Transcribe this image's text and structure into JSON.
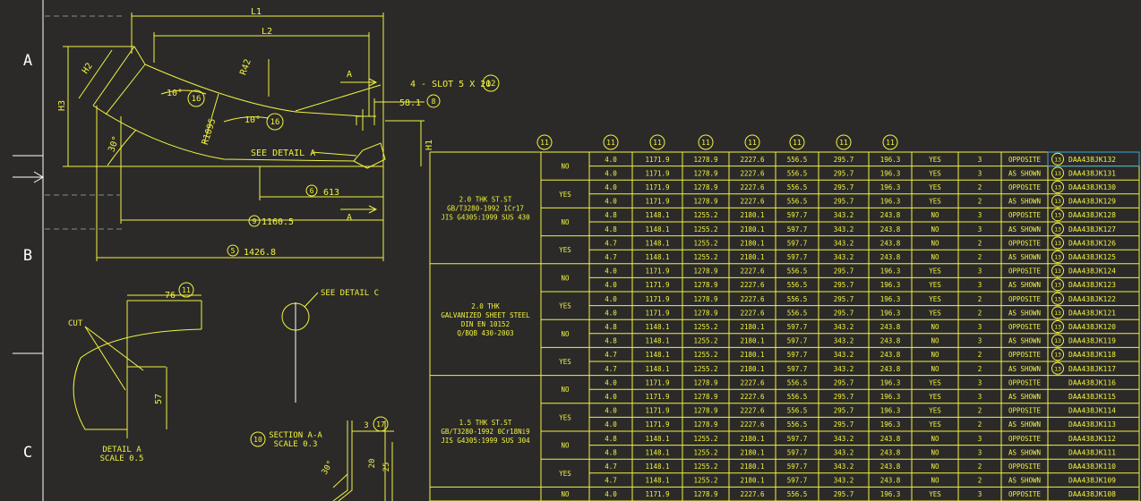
{
  "zones": [
    "A",
    "B",
    "C"
  ],
  "drawing": {
    "dims": {
      "L1": "L1",
      "L2": "L2",
      "H1": "H1",
      "H2": "H2",
      "H3": "H3",
      "R42": "R42",
      "R1095": "R1095",
      "ang10a": "10°",
      "ang10b": "10°",
      "ang30": "30°",
      "d58": "58.1",
      "d613": "613",
      "d1160": "1160.5",
      "d1426": "1426.8",
      "d76": "76",
      "d57": "57",
      "d20": "20",
      "d25": "25",
      "d30": "30°",
      "d3": "3"
    },
    "callouts": {
      "c16a": "16",
      "c16b": "16",
      "c12": "12",
      "c8": "8",
      "c6": "6",
      "c9": "9",
      "c5": "5",
      "c11": "11",
      "c10": "10",
      "c17": "17"
    },
    "notes": {
      "slot": "4 - SLOT 5 X 20",
      "seeDetailA": "SEE DETAIL A",
      "seeDetailC": "SEE DETAIL C",
      "sectionLetterTop": "A",
      "sectionLetterBottom": "A",
      "cut": "CUT",
      "detailA_title": "DETAIL A",
      "detailA_scale": "SCALE 0.5",
      "sectionAA_title": "SECTION A-A",
      "sectionAA_scale": "SCALE 0.3"
    }
  },
  "table": {
    "header_callout": "11",
    "col_callouts": [
      "11",
      "11",
      "11",
      "11",
      "11",
      "11",
      "11"
    ],
    "row_callout": "13",
    "groups": [
      {
        "material": [
          "2.0 THK ST.ST",
          "GB/T3280-1992 1Cr17",
          "JIS G4305:1999 SUS 430"
        ],
        "rows": [
          [
            "NO",
            "4.0",
            "1171.9",
            "1278.9",
            "2227.6",
            "556.5",
            "295.7",
            "196.3",
            "YES",
            "3",
            "OPPOSITE",
            "DAA438JK132"
          ],
          [
            "",
            "4.0",
            "1171.9",
            "1278.9",
            "2227.6",
            "556.5",
            "295.7",
            "196.3",
            "YES",
            "3",
            "AS SHOWN",
            "DAA438JK131"
          ],
          [
            "YES",
            "4.0",
            "1171.9",
            "1278.9",
            "2227.6",
            "556.5",
            "295.7",
            "196.3",
            "YES",
            "2",
            "OPPOSITE",
            "DAA438JK130"
          ],
          [
            "",
            "4.0",
            "1171.9",
            "1278.9",
            "2227.6",
            "556.5",
            "295.7",
            "196.3",
            "YES",
            "2",
            "AS SHOWN",
            "DAA438JK129"
          ],
          [
            "NO",
            "4.8",
            "1148.1",
            "1255.2",
            "2180.1",
            "597.7",
            "343.2",
            "243.8",
            "NO",
            "3",
            "OPPOSITE",
            "DAA438JK128"
          ],
          [
            "",
            "4.8",
            "1148.1",
            "1255.2",
            "2180.1",
            "597.7",
            "343.2",
            "243.8",
            "NO",
            "3",
            "AS SHOWN",
            "DAA438JK127"
          ],
          [
            "YES",
            "4.7",
            "1148.1",
            "1255.2",
            "2180.1",
            "597.7",
            "343.2",
            "243.8",
            "NO",
            "2",
            "OPPOSITE",
            "DAA438JK126"
          ],
          [
            "",
            "4.7",
            "1148.1",
            "1255.2",
            "2180.1",
            "597.7",
            "343.2",
            "243.8",
            "NO",
            "2",
            "AS SHOWN",
            "DAA438JK125"
          ]
        ]
      },
      {
        "material": [
          "2.0 THK",
          "GALVANIZED SHEET STEEL",
          "DIN EN 10152",
          "Q/BQB 430-2003"
        ],
        "rows": [
          [
            "NO",
            "4.0",
            "1171.9",
            "1278.9",
            "2227.6",
            "556.5",
            "295.7",
            "196.3",
            "YES",
            "3",
            "OPPOSITE",
            "DAA438JK124"
          ],
          [
            "",
            "4.0",
            "1171.9",
            "1278.9",
            "2227.6",
            "556.5",
            "295.7",
            "196.3",
            "YES",
            "3",
            "AS SHOWN",
            "DAA438JK123"
          ],
          [
            "YES",
            "4.0",
            "1171.9",
            "1278.9",
            "2227.6",
            "556.5",
            "295.7",
            "196.3",
            "YES",
            "2",
            "OPPOSITE",
            "DAA438JK122"
          ],
          [
            "",
            "4.0",
            "1171.9",
            "1278.9",
            "2227.6",
            "556.5",
            "295.7",
            "196.3",
            "YES",
            "2",
            "AS SHOWN",
            "DAA438JK121"
          ],
          [
            "NO",
            "4.8",
            "1148.1",
            "1255.2",
            "2180.1",
            "597.7",
            "343.2",
            "243.8",
            "NO",
            "3",
            "OPPOSITE",
            "DAA438JK120"
          ],
          [
            "",
            "4.8",
            "1148.1",
            "1255.2",
            "2180.1",
            "597.7",
            "343.2",
            "243.8",
            "NO",
            "3",
            "AS SHOWN",
            "DAA438JK119"
          ],
          [
            "YES",
            "4.7",
            "1148.1",
            "1255.2",
            "2180.1",
            "597.7",
            "343.2",
            "243.8",
            "NO",
            "2",
            "OPPOSITE",
            "DAA438JK118"
          ],
          [
            "",
            "4.7",
            "1148.1",
            "1255.2",
            "2180.1",
            "597.7",
            "343.2",
            "243.8",
            "NO",
            "2",
            "AS SHOWN",
            "DAA438JK117"
          ]
        ]
      },
      {
        "material": [
          "1.5 THK ST.ST",
          "GB/T3280-1992 0Cr18Ni9",
          "JIS G4305:1999 SUS 304"
        ],
        "rows": [
          [
            "NO",
            "4.0",
            "1171.9",
            "1278.9",
            "2227.6",
            "556.5",
            "295.7",
            "196.3",
            "YES",
            "3",
            "OPPOSITE",
            "DAA438JK116"
          ],
          [
            "",
            "4.0",
            "1171.9",
            "1278.9",
            "2227.6",
            "556.5",
            "295.7",
            "196.3",
            "YES",
            "3",
            "AS SHOWN",
            "DAA438JK115"
          ],
          [
            "YES",
            "4.0",
            "1171.9",
            "1278.9",
            "2227.6",
            "556.5",
            "295.7",
            "196.3",
            "YES",
            "2",
            "OPPOSITE",
            "DAA438JK114"
          ],
          [
            "",
            "4.0",
            "1171.9",
            "1278.9",
            "2227.6",
            "556.5",
            "295.7",
            "196.3",
            "YES",
            "2",
            "AS SHOWN",
            "DAA438JK113"
          ],
          [
            "NO",
            "4.8",
            "1148.1",
            "1255.2",
            "2180.1",
            "597.7",
            "343.2",
            "243.8",
            "NO",
            "3",
            "OPPOSITE",
            "DAA438JK112"
          ],
          [
            "",
            "4.8",
            "1148.1",
            "1255.2",
            "2180.1",
            "597.7",
            "343.2",
            "243.8",
            "NO",
            "3",
            "AS SHOWN",
            "DAA438JK111"
          ],
          [
            "YES",
            "4.7",
            "1148.1",
            "1255.2",
            "2180.1",
            "597.7",
            "343.2",
            "243.8",
            "NO",
            "2",
            "OPPOSITE",
            "DAA438JK110"
          ],
          [
            "",
            "4.7",
            "1148.1",
            "1255.2",
            "2180.1",
            "597.7",
            "343.2",
            "243.8",
            "NO",
            "2",
            "AS SHOWN",
            "DAA438JK109"
          ]
        ]
      },
      {
        "material": [],
        "rows": [
          [
            "NO",
            "4.0",
            "1171.9",
            "1278.9",
            "2227.6",
            "556.5",
            "295.7",
            "196.3",
            "YES",
            "3",
            "OPPOSITE",
            "DAA438JK108"
          ]
        ]
      }
    ]
  },
  "colors": {
    "background": "#2b2a29",
    "lines": "#f2f240",
    "frame": "#ffffff",
    "centerline": "#8a8a8a",
    "highlight": "#3aa8d8"
  }
}
